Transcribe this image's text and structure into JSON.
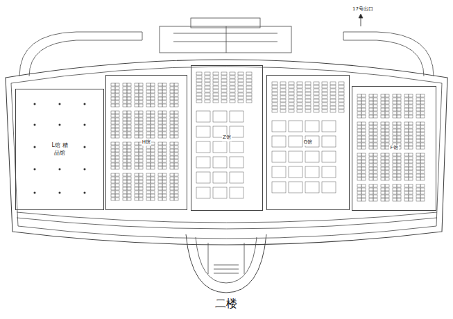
{
  "diagram": {
    "caption": "二楼",
    "nodes": [
      {
        "text": [
          "L馆 精品馆"
        ]
      },
      {
        "text": [
          "H馆"
        ]
      },
      {
        "text": [
          "Z馆"
        ]
      },
      {
        "text": [
          "G馆"
        ]
      },
      {
        "text": [
          "F馆"
        ]
      }
    ],
    "labels": [
      "17号出口"
    ]
  }
}
